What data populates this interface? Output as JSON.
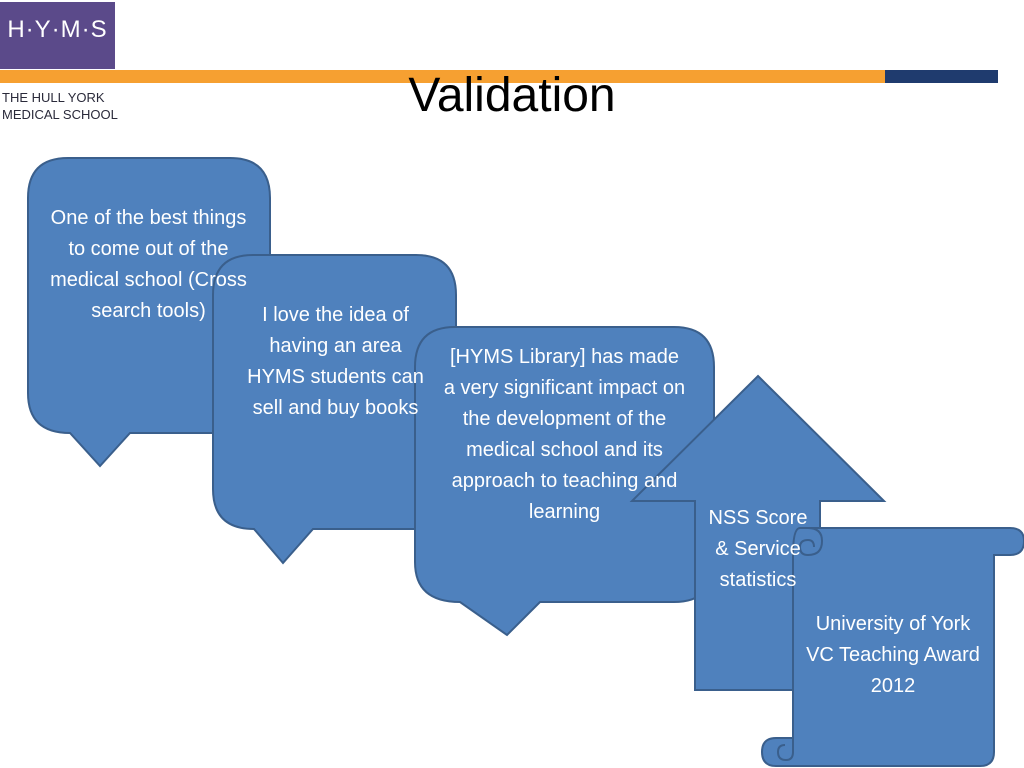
{
  "logo": {
    "mark": "H·Y·M·S",
    "subtitle_line1": "THE HULL YORK",
    "subtitle_line2": "MEDICAL SCHOOL"
  },
  "slide": {
    "title": "Validation"
  },
  "callouts": [
    {
      "text": "One of the best things to come out of the medical school (Cross search tools)"
    },
    {
      "text": "I love the idea of having an area HYMS students can sell and buy books"
    },
    {
      "text": "[HYMS Library] has made a very significant impact on the development of the medical school and its approach to teaching and learning"
    }
  ],
  "arrow": {
    "text": "NSS Score & Service statistics"
  },
  "scroll": {
    "text": "University of York VC Teaching Award 2012"
  },
  "colors": {
    "shape_fill": "#4f81bd",
    "shape_stroke": "#3a5f8c",
    "accent_orange": "#f6a031",
    "accent_navy": "#1f3b6e",
    "logo_purple": "#5b4a8a"
  }
}
